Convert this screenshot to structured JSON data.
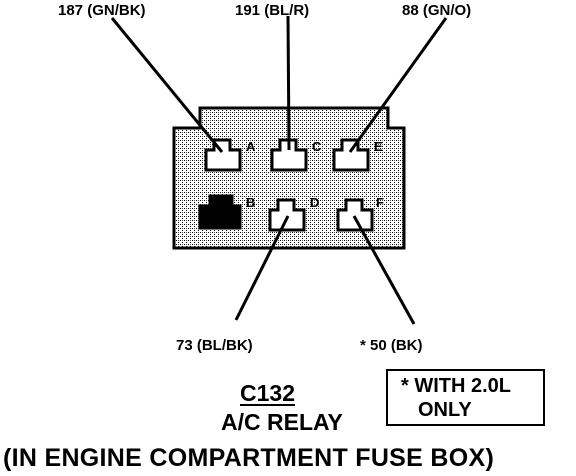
{
  "connector": {
    "id": "C132",
    "name": "A/C RELAY",
    "location": "(IN ENGINE COMPARTMENT FUSE BOX)"
  },
  "note": {
    "line1": "* WITH 2.0L",
    "line2": "ONLY"
  },
  "pins": [
    {
      "letter": "A",
      "wire": "187 (GN/BK)"
    },
    {
      "letter": "C",
      "wire": "191 (BL/R)"
    },
    {
      "letter": "E",
      "wire": "88 (GN/O)"
    },
    {
      "letter": "B",
      "wire": ""
    },
    {
      "letter": "D",
      "wire": "73 (BL/BK)"
    },
    {
      "letter": "F",
      "wire": "* 50 (BK)"
    }
  ],
  "colors": {
    "line": "#000000",
    "housing_fill": "#c8c8c8",
    "background": "#ffffff"
  }
}
